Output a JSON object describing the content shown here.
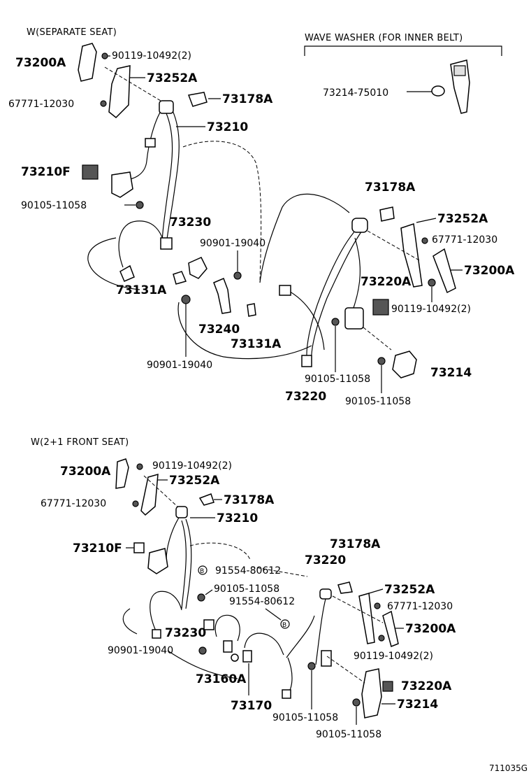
{
  "sections": {
    "separate_seat": "W(SEPARATE SEAT)",
    "front_seat": "W(2+1 FRONT SEAT)",
    "inset_title": "WAVE WASHER (FOR INNER BELT)"
  },
  "part_numbers": {
    "73200A": "73200A",
    "73252A": "73252A",
    "73178A": "73178A",
    "73210": "73210",
    "73210F": "73210F",
    "73230": "73230",
    "73131A": "73131A",
    "73240": "73240",
    "73220A": "73220A",
    "73214": "73214",
    "73220": "73220",
    "73160A": "73160A",
    "73170": "73170",
    "90119-10492(2)": "90119-10492(2)",
    "67771-12030": "67771-12030",
    "90105-11058": "90105-11058",
    "90901-19040": "90901-19040",
    "73214-75010": "73214-75010",
    "91554-80612": "91554-80612"
  },
  "ref_marker": "B",
  "figure_id": "711035G"
}
